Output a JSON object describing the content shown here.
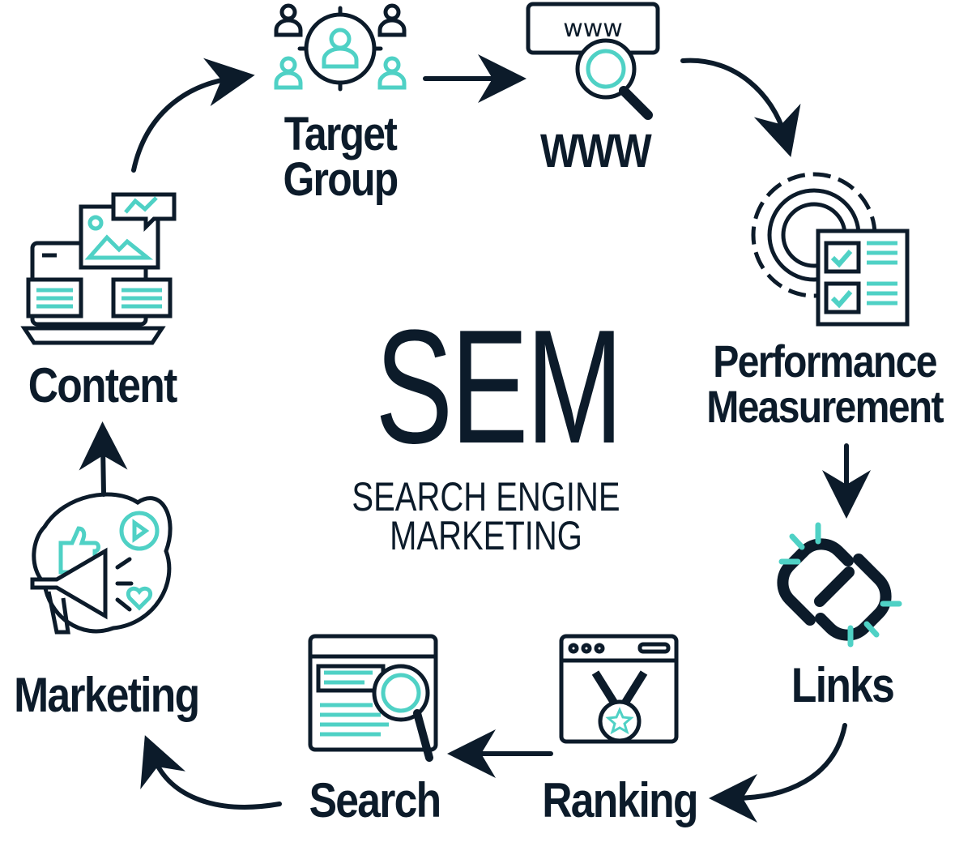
{
  "center": {
    "title": "SEM",
    "subtitle_line1": "SEARCH ENGINE",
    "subtitle_line2": "MARKETING"
  },
  "nodes": {
    "target_group": {
      "line1": "Target",
      "line2": "Group",
      "icon": "people-network-icon"
    },
    "www": {
      "label": "WWW",
      "icon": "www-search-icon"
    },
    "performance": {
      "line1": "Performance",
      "line2": "Measurement",
      "icon": "gear-checklist-icon"
    },
    "links": {
      "label": "Links",
      "icon": "chain-link-icon"
    },
    "ranking": {
      "label": "Ranking",
      "icon": "browser-medal-icon"
    },
    "search": {
      "label": "Search",
      "icon": "browser-magnifier-icon"
    },
    "marketing": {
      "label": "Marketing",
      "icon": "megaphone-social-icon"
    },
    "content": {
      "label": "Content",
      "icon": "content-devices-icon"
    },
    "www_box_text": "www"
  },
  "colors": {
    "ink": "#0c1b2a",
    "accent": "#4fd1c5"
  }
}
